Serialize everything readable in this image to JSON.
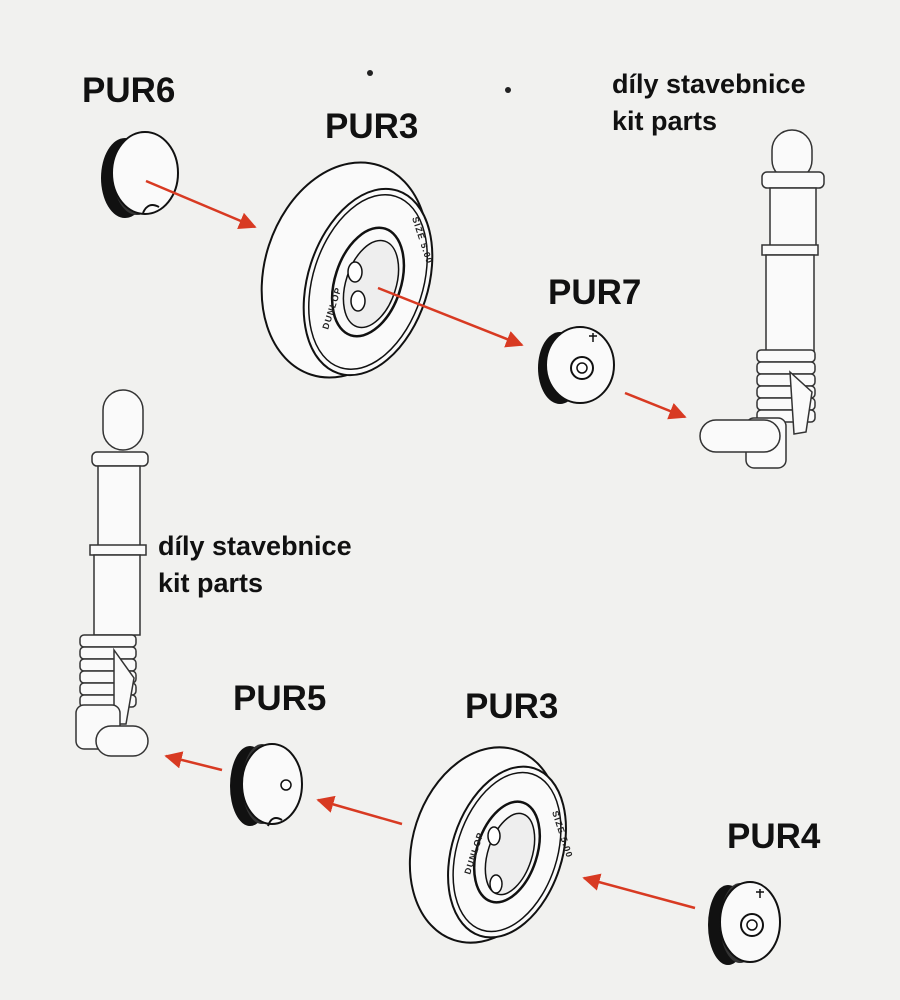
{
  "labels": {
    "pur6": "PUR6",
    "pur3_top": "PUR3",
    "pur7": "PUR7",
    "pur3_bottom": "PUR3",
    "pur5": "PUR5",
    "pur4": "PUR4"
  },
  "kit_note_top": {
    "line1": "díly stavebnice",
    "line2": "kit parts"
  },
  "kit_note_bottom": {
    "line1": "díly stavebnice",
    "line2": "kit parts"
  },
  "tire_text": {
    "left": "DUNLOP",
    "right": "SIZE 5.00"
  },
  "colors": {
    "arrow": "#d83a22",
    "ink": "#111111",
    "paper": "#f1f1ef",
    "part_fill": "#fafafa"
  }
}
